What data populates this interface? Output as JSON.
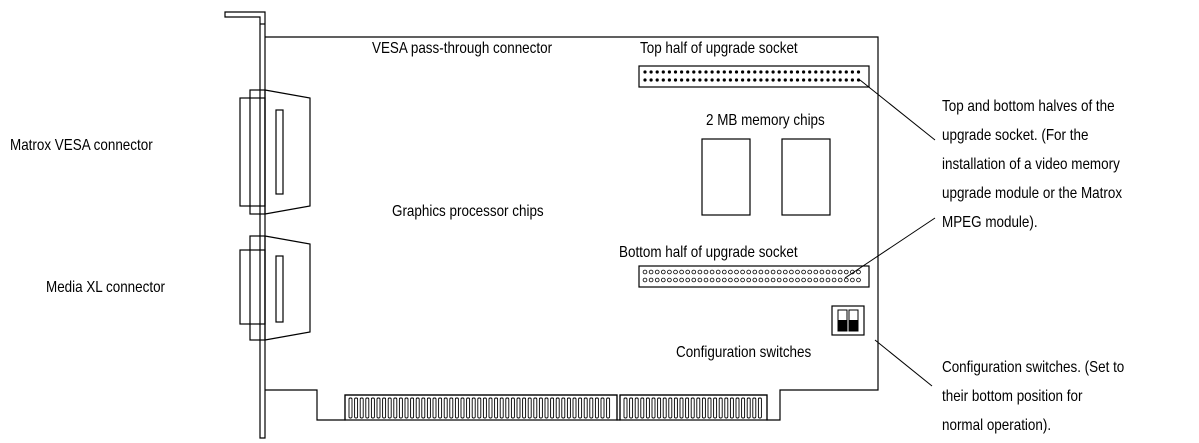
{
  "diagram": {
    "labels": {
      "matrox_vesa": "Matrox VESA connector",
      "media_xl": "Media XL connector",
      "vesa_pass": "VESA pass-through connector",
      "top_half": "Top half of upgrade socket",
      "memory": "2 MB memory chips",
      "graphics": "Graphics processor chips",
      "bottom_half": "Bottom half of upgrade socket",
      "config": "Configuration switches"
    },
    "callouts": {
      "upgrade_socket": [
        "Top and bottom halves of the",
        "upgrade socket. (For the",
        "installation of a video memory",
        "upgrade module or the Matrox",
        "MPEG module)."
      ],
      "config_switches": [
        "Configuration switches. (Set to",
        "their bottom position for",
        "normal operation)."
      ]
    }
  }
}
